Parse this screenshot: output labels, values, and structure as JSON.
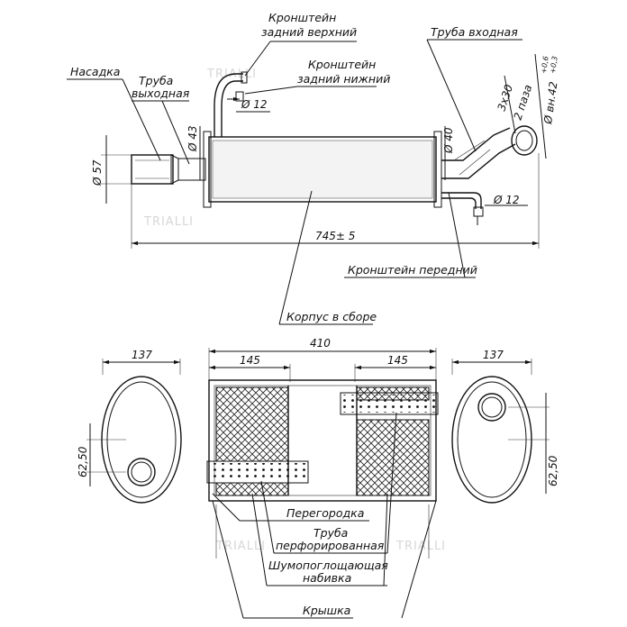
{
  "colors": {
    "ink": "#111111",
    "fill_grey": "#dcdcdc",
    "watermark": "#d7d7d7"
  },
  "labels": {
    "bracket_rear_upper_1": "Кронштейн",
    "bracket_rear_upper_2": "задний верхний",
    "bracket_rear_lower_1": "Кронштейн",
    "bracket_rear_lower_2": "задний нижний",
    "inlet_pipe": "Труба входная",
    "nozzle": "Насадка",
    "outlet_pipe_1": "Труба",
    "outlet_pipe_2": "выходная",
    "bracket_front": "Кронштейн передний",
    "body_assembly": "Корпус в сборе",
    "partition": "Перегородка",
    "perforated_pipe_1": "Труба",
    "perforated_pipe_2": "перфорированная",
    "absorbing_packing_1": "Шумопоглощающая",
    "absorbing_packing_2": "набивка",
    "cover": "Крышка"
  },
  "dimensions": {
    "d57": "Ø 57",
    "d43": "Ø 43",
    "d12_top": "Ø 12",
    "d40": "Ø 40",
    "d12_right": "Ø 12",
    "length": "745± 5",
    "slots": "3x30",
    "slots_2": "2 паза",
    "inner_d": "Ø вн.42",
    "inner_d_tol_upper": "+0,6",
    "inner_d_tol_lower": "+0,3",
    "w137_left": "137",
    "w137_right": "137",
    "w410": "410",
    "w145_left": "145",
    "w145_right": "145",
    "h6250_left": "62,50",
    "h6250_right": "62,50"
  },
  "watermark": "TRIALLI"
}
